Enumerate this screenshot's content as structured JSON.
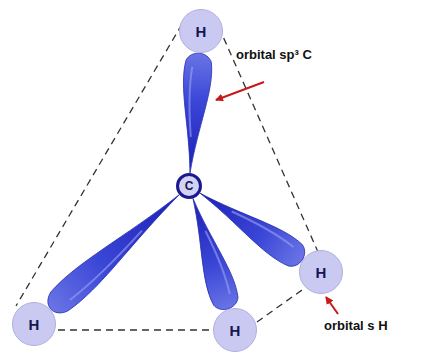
{
  "diagram": {
    "nodes": [
      {
        "text": [
          "H"
        ]
      },
      {
        "text": [
          "C"
        ]
      },
      {
        "text": [
          "H"
        ]
      },
      {
        "text": [
          "H"
        ]
      },
      {
        "text": [
          "H"
        ]
      }
    ],
    "edges": [
      {
        "from": 1,
        "to": 0,
        "arrow": "none"
      },
      {
        "from": 1,
        "to": 2,
        "arrow": "none"
      },
      {
        "from": 1,
        "to": 3,
        "arrow": "none"
      },
      {
        "from": 1,
        "to": 4,
        "arrow": "none"
      }
    ],
    "labels": [
      "orbital sp³ C",
      "orbital s H"
    ]
  }
}
